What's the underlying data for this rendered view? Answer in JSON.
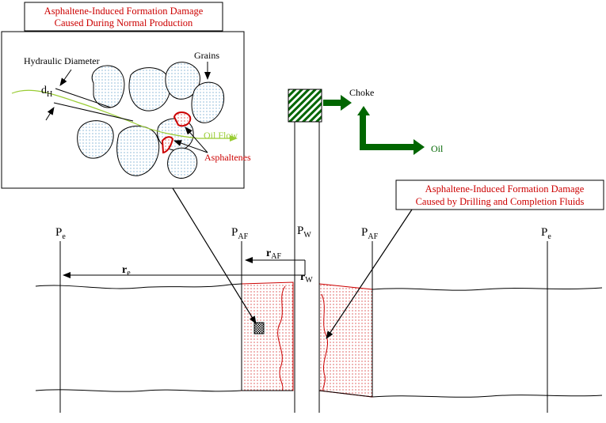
{
  "title_box": {
    "line1": "Asphaltene-Induced Formation Damage",
    "line2": "Caused During Normal Production"
  },
  "inset": {
    "hydraulic_diameter_label": "Hydraulic Diameter",
    "dh_main": "d",
    "dh_sub": "H",
    "grains_label": "Grains",
    "oil_flow_label": "Oil Flow",
    "asphaltenes_label": "Asphaltenes"
  },
  "well": {
    "choke_label": "Choke",
    "oil_label": "Oil"
  },
  "damage_box": {
    "line1": "Asphaltene-Induced Formation Damage",
    "line2": "Caused by Drilling and Completion Fluids"
  },
  "pressures": {
    "pe_left_main": "P",
    "pe_left_sub": "e",
    "paf_left_main": "P",
    "paf_left_sub": "AF",
    "pw_main": "P",
    "pw_sub": "W",
    "paf_right_main": "P",
    "paf_right_sub": "AF",
    "pe_right_main": "P",
    "pe_right_sub": "e"
  },
  "radii": {
    "raf_main": "r",
    "raf_sub": "AF",
    "re_main": "r",
    "re_sub": "e",
    "rw_main": "r",
    "rw_sub": "W"
  },
  "colors": {
    "label_red": "#cc0000",
    "oil_green": "#006600",
    "flow_green": "#99cc33",
    "grain_blue": "#66aacc",
    "damage_red": "#cc0000"
  }
}
